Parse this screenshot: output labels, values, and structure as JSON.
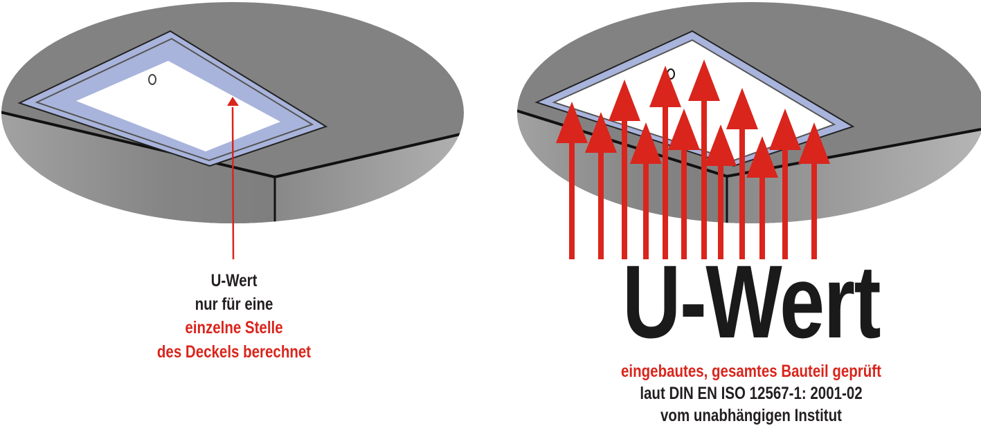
{
  "colors": {
    "accent_red": "#d9251c",
    "frame_blue": "#a9b4dc",
    "ceiling_gray": "#838282",
    "text_black": "#231f20"
  },
  "left_panel": {
    "lines": [
      {
        "text": "U-Wert",
        "color": "black"
      },
      {
        "text": "nur für eine",
        "color": "black"
      },
      {
        "text": "einzelne Stelle",
        "color": "red"
      },
      {
        "text": "des Deckels berechnet",
        "color": "red"
      }
    ]
  },
  "right_panel": {
    "headline": "U-Wert",
    "lines": [
      {
        "text": "eingebautes, gesamtes Bauteil geprüft",
        "color": "red"
      },
      {
        "text": "laut DIN EN ISO 12567-1: 2001-02",
        "color": "black"
      },
      {
        "text": "vom unabhängigen Institut",
        "color": "black"
      }
    ],
    "arrow_count": 12
  }
}
